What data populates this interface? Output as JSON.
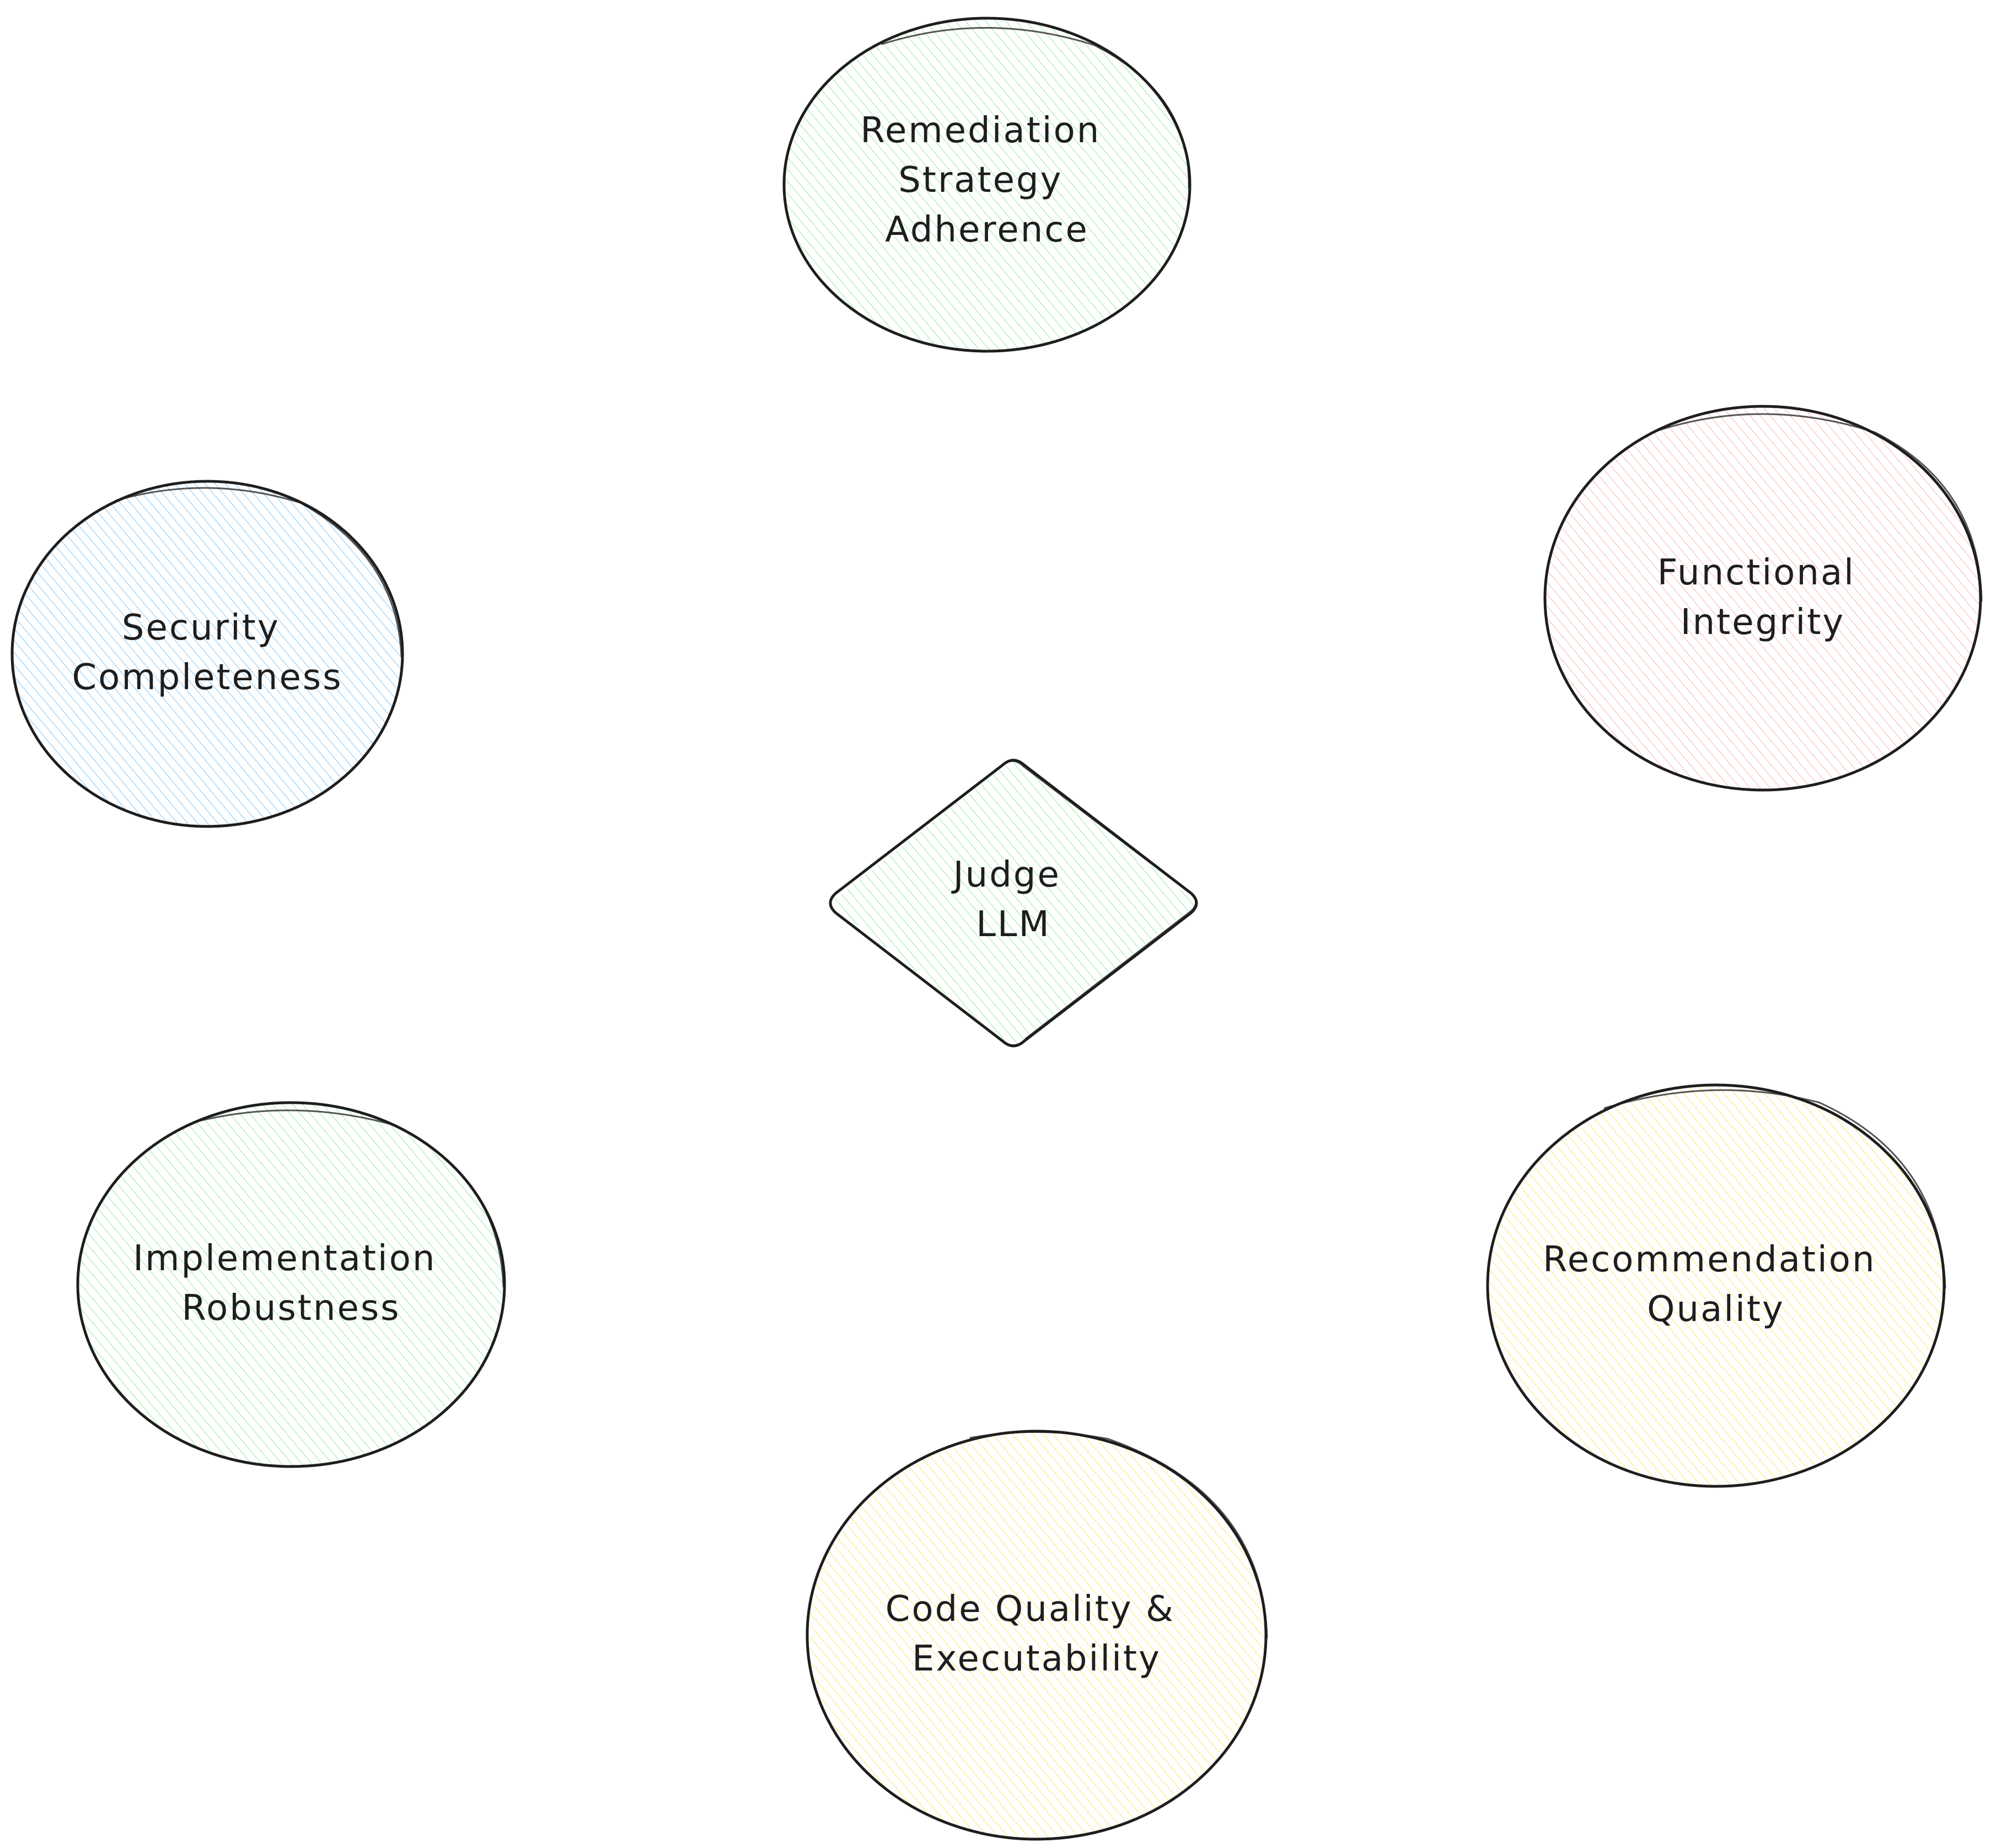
{
  "diagram": {
    "center": {
      "id": "judge",
      "shape": "diamond",
      "label_lines": [
        "Judge",
        "LLM"
      ],
      "fill": "#b2f2bb"
    },
    "nodes": [
      {
        "id": "remediation",
        "shape": "ellipse",
        "label_lines": [
          "Remediation",
          "Strategy",
          "Adherence"
        ],
        "fill": "#b2f2bb"
      },
      {
        "id": "security",
        "shape": "ellipse",
        "label_lines": [
          "Security",
          "Completeness"
        ],
        "fill": "#a5d8ff"
      },
      {
        "id": "functional",
        "shape": "ellipse",
        "label_lines": [
          "Functional",
          "Integrity"
        ],
        "fill": "#ffc9c9"
      },
      {
        "id": "implementation",
        "shape": "ellipse",
        "label_lines": [
          "Implementation",
          "Robustness"
        ],
        "fill": "#b2f2bb"
      },
      {
        "id": "recommendation",
        "shape": "ellipse",
        "label_lines": [
          "Recommendation",
          "Quality"
        ],
        "fill": "#ffec99"
      },
      {
        "id": "codequality",
        "shape": "ellipse",
        "label_lines": [
          "Code Quality &",
          "Executability"
        ],
        "fill": "#ffec99"
      }
    ]
  }
}
